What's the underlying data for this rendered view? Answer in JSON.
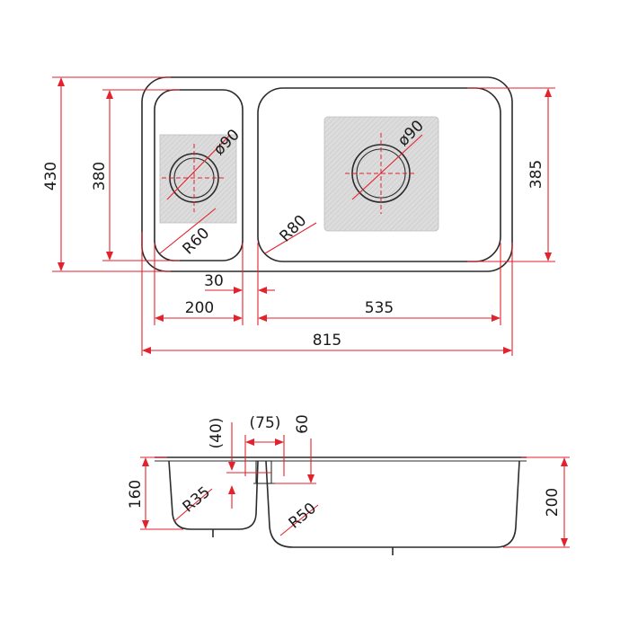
{
  "plan_view": {
    "overall_height": "430",
    "small_bowl_height": "380",
    "large_bowl_height": "385",
    "small_drain_diameter": "ø90",
    "large_drain_diameter": "ø90",
    "small_corner_radius": "R60",
    "large_corner_radius": "R80",
    "bridge_width": "30",
    "small_bowl_width": "200",
    "large_bowl_width": "535",
    "overall_width": "815"
  },
  "section_view": {
    "overflow_offset": "(40)",
    "overflow_width": "(75)",
    "overflow_height": "60",
    "small_bowl_depth": "160",
    "large_bowl_depth": "200",
    "small_bottom_radius": "R35",
    "large_bottom_radius": "R50"
  },
  "colors": {
    "dimension_line": "#e2222d",
    "outline": "#2b2b2b"
  }
}
